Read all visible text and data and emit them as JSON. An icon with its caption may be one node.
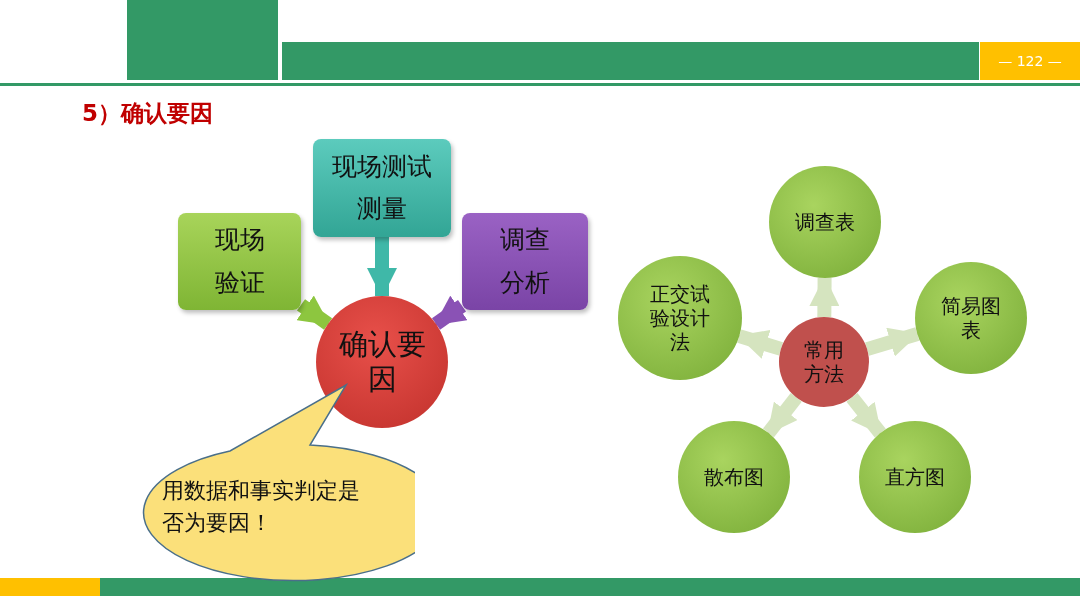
{
  "diagram": {
    "title": "5）确认要因",
    "nodes": [
      {
        "text": [
          "现场验证"
        ]
      },
      {
        "text": [
          "现场测试测量"
        ]
      },
      {
        "text": [
          "调查分析"
        ]
      },
      {
        "text": [
          "确认要因"
        ]
      },
      {
        "text": [
          "用数据和事实判定是否为要因！"
        ]
      },
      {
        "text": [
          "常用方法"
        ]
      },
      {
        "text": [
          "调查表"
        ]
      },
      {
        "text": [
          "简易图表"
        ]
      },
      {
        "text": [
          "直方图"
        ]
      },
      {
        "text": [
          "散布图"
        ]
      },
      {
        "text": [
          "正交试验设计法"
        ]
      }
    ],
    "edges": [
      {
        "from": 0,
        "to": 3,
        "arrow": "to",
        "color": "#8dc63f"
      },
      {
        "from": 1,
        "to": 3,
        "arrow": "to",
        "color": "#3fb8a8"
      },
      {
        "from": 2,
        "to": 3,
        "arrow": "to",
        "color": "#8a52b5"
      },
      {
        "from": 5,
        "to": 6,
        "arrow": "to"
      },
      {
        "from": 5,
        "to": 7,
        "arrow": "to"
      },
      {
        "from": 5,
        "to": 8,
        "arrow": "to"
      },
      {
        "from": 5,
        "to": 9,
        "arrow": "to"
      },
      {
        "from": 5,
        "to": 10,
        "arrow": "to"
      }
    ],
    "labels": [
      "— 122 —"
    ]
  }
}
